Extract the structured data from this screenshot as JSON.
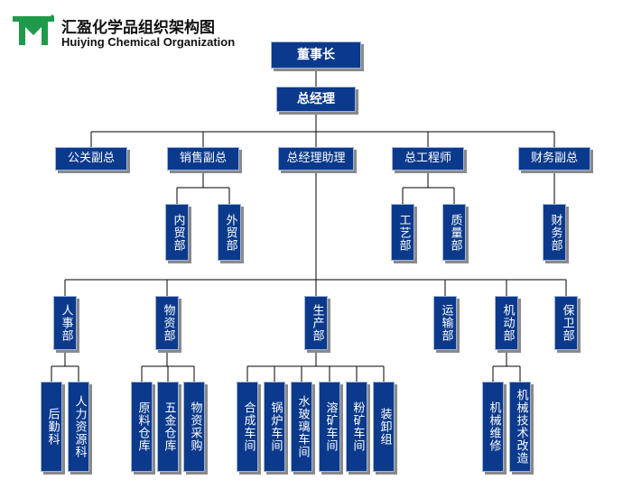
{
  "header": {
    "title_cn": "汇盈化学品组织架构图",
    "title_en": "Huiying Chemical Organization"
  },
  "colors": {
    "box_fill": "#0b3a8c",
    "box_text": "#ffffff",
    "line": "#000000",
    "logo": "#1f9a4a"
  },
  "org": {
    "chairman": "董事长",
    "general_manager": "总经理",
    "level2": [
      "公关副总",
      "销售副总",
      "总经理助理",
      "总工程师",
      "财务副总"
    ],
    "sales_depts": [
      "内贸部",
      "外贸部"
    ],
    "engineering_depts": [
      "工艺部",
      "质量部"
    ],
    "finance_depts": [
      "财务部"
    ],
    "departments": [
      "人事部",
      "物资部",
      "生产部",
      "运输部",
      "机动部",
      "保卫部"
    ],
    "hr_sections": [
      "后勤科",
      "人力资源科"
    ],
    "material_sections": [
      "原料仓库",
      "五金仓库",
      "物资采购"
    ],
    "production_sections": [
      "合成车间",
      "锅炉车间",
      "水玻璃车间",
      "溶矿车间",
      "粉矿车间",
      "装卸组"
    ],
    "mech_sections": [
      "机械维修",
      "机械技术改造"
    ]
  }
}
